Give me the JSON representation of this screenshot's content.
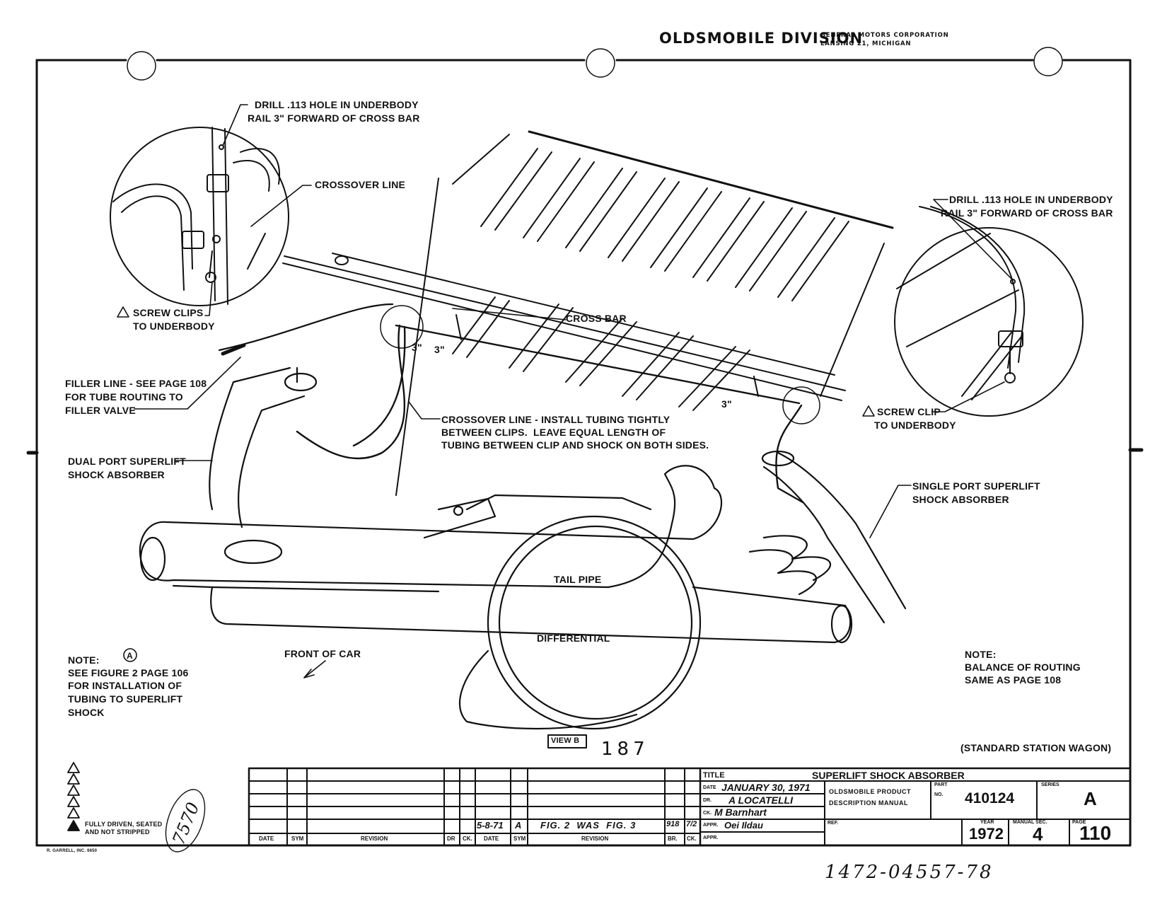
{
  "header": {
    "division": "OLDSMOBILE DIVISION",
    "corp": "GENERAL MOTORS CORPORATION",
    "city": "LANSING 21, MICHIGAN"
  },
  "callouts": {
    "drill_left_1": "DRILL .113 HOLE IN UNDERBODY",
    "drill_left_2": "RAIL 3\" FORWARD OF CROSS BAR",
    "crossover_line": "CROSSOVER LINE",
    "screw_clips_1": "SCREW CLIPS",
    "screw_clips_2": "TO UNDERBODY",
    "filler_1": "FILLER LINE - SEE PAGE 108",
    "filler_2": "FOR TUBE ROUTING TO",
    "filler_3": "FILLER VALVE",
    "dual_1": "DUAL PORT SUPERLIFT",
    "dual_2": "SHOCK ABSORBER",
    "cross_bar": "CROSS BAR",
    "three_in_a": "3\"",
    "three_in_b": "3\"",
    "three_in_c": "3\"",
    "crossover_install_1": "CROSSOVER LINE - INSTALL TUBING TIGHTLY",
    "crossover_install_2": "BETWEEN CLIPS.  LEAVE EQUAL LENGTH OF",
    "crossover_install_3": "TUBING BETWEEN CLIP AND SHOCK ON BOTH SIDES.",
    "drill_right_1": "DRILL .113 HOLE IN UNDERBODY",
    "drill_right_2": "RAIL 3\" FORWARD OF CROSS BAR",
    "screw_clip_1": "SCREW CLIP",
    "screw_clip_2": "TO UNDERBODY",
    "single_1": "SINGLE PORT SUPERLIFT",
    "single_2": "SHOCK ABSORBER",
    "tail_pipe": "TAIL PIPE",
    "differential": "DIFFERENTIAL",
    "front_of_car": "FRONT OF CAR",
    "note_a_title": "NOTE:",
    "note_a_marker": "A",
    "note_a_1": "SEE FIGURE 2 PAGE 106",
    "note_a_2": "FOR INSTALLATION OF",
    "note_a_3": "TUBING TO SUPERLIFT",
    "note_a_4": "SHOCK",
    "note_b_title": "NOTE:",
    "note_b_1": "BALANCE OF ROUTING",
    "note_b_2": "SAME AS PAGE 108",
    "view_b": "VIEW B",
    "figure_number": "187",
    "station_wagon": "(STANDARD STATION WAGON)",
    "fully_driven_1": "FULLY DRIVEN, SEATED",
    "fully_driven_2": "AND NOT STRIPPED",
    "printer": "R. GARRELL, INC. 6650",
    "margin_scribble": "7570",
    "bottom_scribble": "1472-04557-78"
  },
  "title_block": {
    "title_label": "TITLE",
    "title": "SUPERLIFT SHOCK ABSORBER",
    "date_label": "DATE",
    "date_value": "JANUARY 30, 1971",
    "dr_label": "DR.",
    "dr_value": "A LOCATELLI",
    "ck_label": "CK.",
    "ck_value": "M Barnhart",
    "appr_label": "APPR.",
    "appr_value": "Oei Ildau",
    "appr2_label": "APPR.",
    "manual_1": "OLDSMOBILE PRODUCT",
    "manual_2": "DESCRIPTION MANUAL",
    "part_label_1": "PART",
    "part_label_2": "NO.",
    "part_no": "410124",
    "series_label": "SERIES",
    "series": "A",
    "ref_label": "REF.",
    "year_label": "YEAR",
    "year": "1972",
    "manual_sec_label": "MANUAL SEC.",
    "manual_sec": "4",
    "page_label": "PAGE",
    "page": "110"
  },
  "revision_block": {
    "col_date": "DATE",
    "col_sym": "SYM",
    "col_revision": "REVISION",
    "col_dr": "DR",
    "col_ck": "CK.",
    "col_date2": "DATE",
    "col_sym2": "SYM",
    "col_revision2": "REVISION",
    "col_br": "BR.",
    "col_ck2": "CK.",
    "entry_date": "5-8-71",
    "entry_sym": "A",
    "entry_revision": "FIG. 2  WAS  FIG. 3",
    "entry_br": "918",
    "entry_ck": "7/2"
  }
}
